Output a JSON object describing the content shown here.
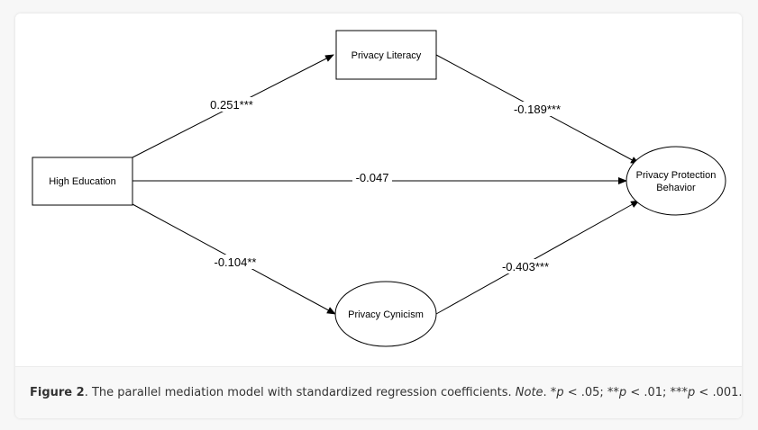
{
  "diagram": {
    "nodes": {
      "high_education": "High Education",
      "privacy_literacy": "Privacy Literacy",
      "privacy_cynicism": "Privacy Cynicism",
      "privacy_protection_line1": "Privacy Protection",
      "privacy_protection_line2": "Behavior"
    },
    "paths": {
      "edu_to_literacy": "0.251***",
      "literacy_to_protection": "-0.189***",
      "edu_to_protection": "-0.047",
      "edu_to_cynicism": "-0.104**",
      "cynicism_to_protection": "-0.403***"
    },
    "colors": {
      "stroke": "#000000",
      "background": "#ffffff"
    }
  },
  "caption": {
    "label": "Figure 2",
    "after_label": ". The parallel mediation model with standardized regression coefficients. ",
    "note_label": "Note",
    "note_after": ". *",
    "p1": "p",
    "t1": " < .05; **",
    "p2": "p",
    "t2": " < .01; ***",
    "p3": "p",
    "t3": " < .001."
  }
}
